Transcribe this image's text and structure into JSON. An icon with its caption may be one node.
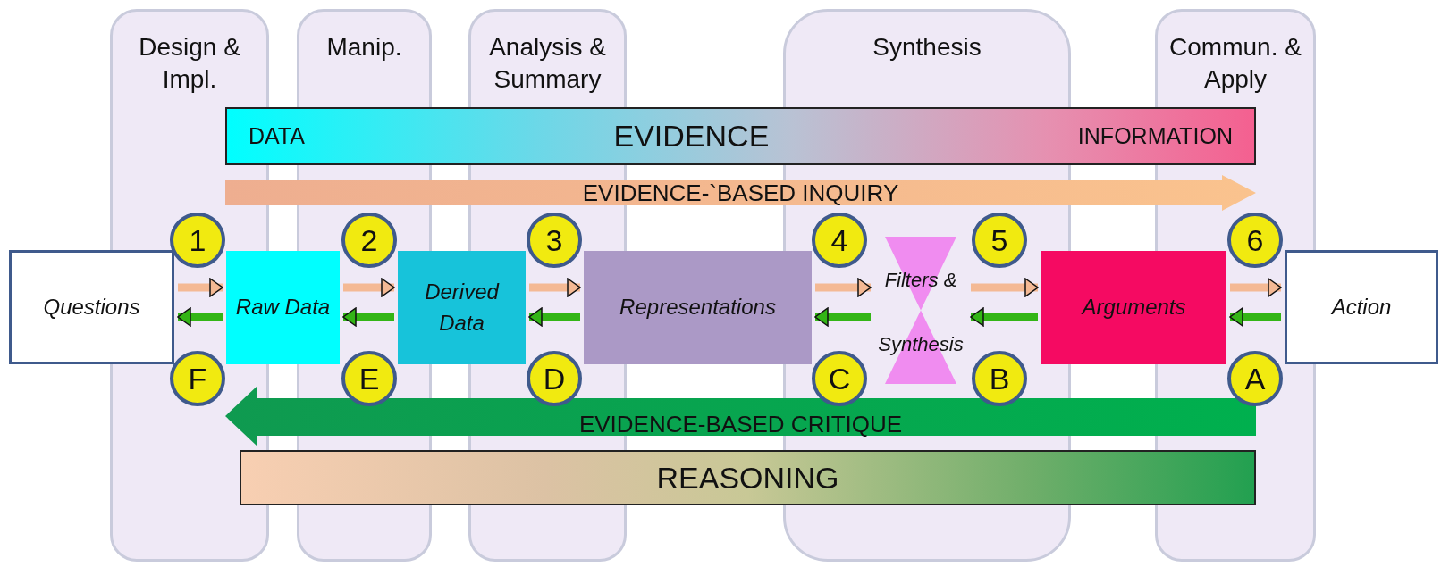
{
  "diagram": {
    "nodes": [
      {
        "text": [
          "Design & Impl."
        ]
      },
      {
        "text": [
          "Manip."
        ]
      },
      {
        "text": [
          "Analysis & Summary"
        ]
      },
      {
        "text": [
          "Synthesis"
        ]
      },
      {
        "text": [
          "Commun. & Apply"
        ]
      },
      {
        "text": [
          "DATA",
          "EVIDENCE",
          "INFORMATION"
        ]
      },
      {
        "text": [
          "EVIDENCE-`BASED INQUIRY"
        ]
      },
      {
        "text": [
          "1"
        ],
        "in": 0
      },
      {
        "text": [
          "2"
        ],
        "in": 1
      },
      {
        "text": [
          "3"
        ],
        "in": 2
      },
      {
        "text": [
          "4"
        ],
        "in": 3
      },
      {
        "text": [
          "5"
        ],
        "in": 3
      },
      {
        "text": [
          "6"
        ],
        "in": 4
      },
      {
        "text": [
          "Questions"
        ]
      },
      {
        "text": [
          "Raw Data"
        ]
      },
      {
        "text": [
          "Derived Data"
        ]
      },
      {
        "text": [
          "Representations"
        ]
      },
      {
        "text": [
          "Filters & Synthesis"
        ],
        "in": 3
      },
      {
        "text": [
          "Arguments"
        ]
      },
      {
        "text": [
          "Action"
        ]
      },
      {
        "text": [
          "F"
        ],
        "in": 0
      },
      {
        "text": [
          "E"
        ],
        "in": 1
      },
      {
        "text": [
          "D"
        ],
        "in": 2
      },
      {
        "text": [
          "C"
        ],
        "in": 3
      },
      {
        "text": [
          "B"
        ],
        "in": 3
      },
      {
        "text": [
          "A"
        ],
        "in": 4
      },
      {
        "text": [
          "EVIDENCE-BASED CRITIQUE"
        ]
      },
      {
        "text": [
          "REASONING"
        ]
      }
    ],
    "edges": [
      {
        "from": 13,
        "to": 14,
        "arrow": "to",
        "color": "#f4b994"
      },
      {
        "from": 14,
        "to": 13,
        "arrow": "to",
        "color": "#33b516"
      },
      {
        "from": 14,
        "to": 15,
        "arrow": "to",
        "color": "#f4b994"
      },
      {
        "from": 15,
        "to": 14,
        "arrow": "to",
        "color": "#33b516"
      },
      {
        "from": 15,
        "to": 16,
        "arrow": "to",
        "color": "#f4b994"
      },
      {
        "from": 16,
        "to": 15,
        "arrow": "to",
        "color": "#33b516"
      },
      {
        "from": 16,
        "to": 17,
        "arrow": "to",
        "color": "#f4b994"
      },
      {
        "from": 17,
        "to": 16,
        "arrow": "to",
        "color": "#33b516"
      },
      {
        "from": 17,
        "to": 18,
        "arrow": "to",
        "color": "#f4b994"
      },
      {
        "from": 18,
        "to": 17,
        "arrow": "to",
        "color": "#33b516"
      },
      {
        "from": 18,
        "to": 19,
        "arrow": "to",
        "color": "#f4b994"
      },
      {
        "from": 19,
        "to": 18,
        "arrow": "to",
        "color": "#33b516"
      }
    ]
  }
}
